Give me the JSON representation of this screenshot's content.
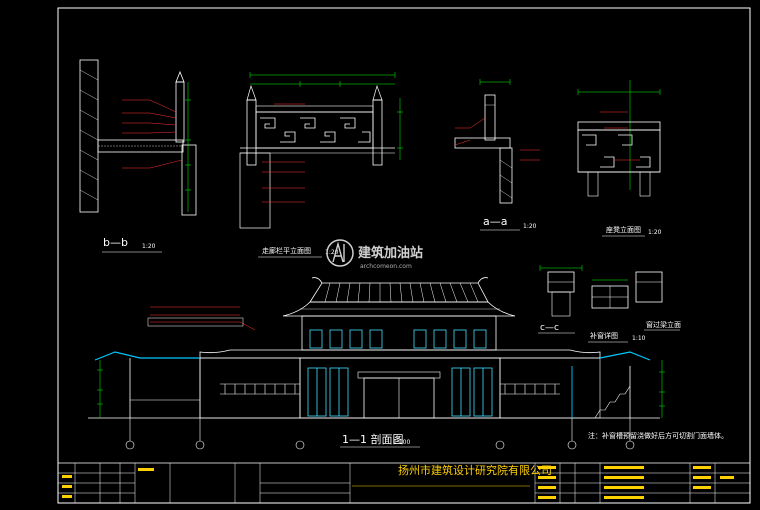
{
  "colors": {
    "background": "#000000",
    "border": "#ffffff",
    "title_text": "#ffffff",
    "scale_text": "#ffffff",
    "dimension": "#00ff00",
    "annotation": "#ff3030",
    "detail_lines": "#ffffff",
    "roof_cyan": "#00c8ff",
    "window_cyan": "#40e0ff",
    "note_text": "#ffffff",
    "company_text": "#ffd000",
    "watermark": "#d0d0d0"
  },
  "watermark": {
    "brand_cn": "建筑加油站",
    "brand_url": "archcomeon.com"
  },
  "details": [
    {
      "key": "bb",
      "title": "b—b",
      "scale": "1:20"
    },
    {
      "key": "railing",
      "title": "走廊栏平立面图",
      "scale": "1:20"
    },
    {
      "key": "aa",
      "title": "a—a",
      "scale": "1:20"
    },
    {
      "key": "bench",
      "title": "座凳立面图",
      "scale": "1:20"
    },
    {
      "key": "cc",
      "title": "c—c",
      "scale": ""
    },
    {
      "key": "window_detail",
      "title": "补窗详图",
      "scale": "1:10"
    },
    {
      "key": "window_elev",
      "title": "窗过梁立面",
      "scale": ""
    }
  ],
  "section": {
    "title": "1—1 剖面图",
    "scale": "1:100"
  },
  "note": "注：补窗槽预留浇做好后方可切割门面墙体。",
  "title_block": {
    "company_cn": "扬州市建筑设计研究院有限公司"
  }
}
